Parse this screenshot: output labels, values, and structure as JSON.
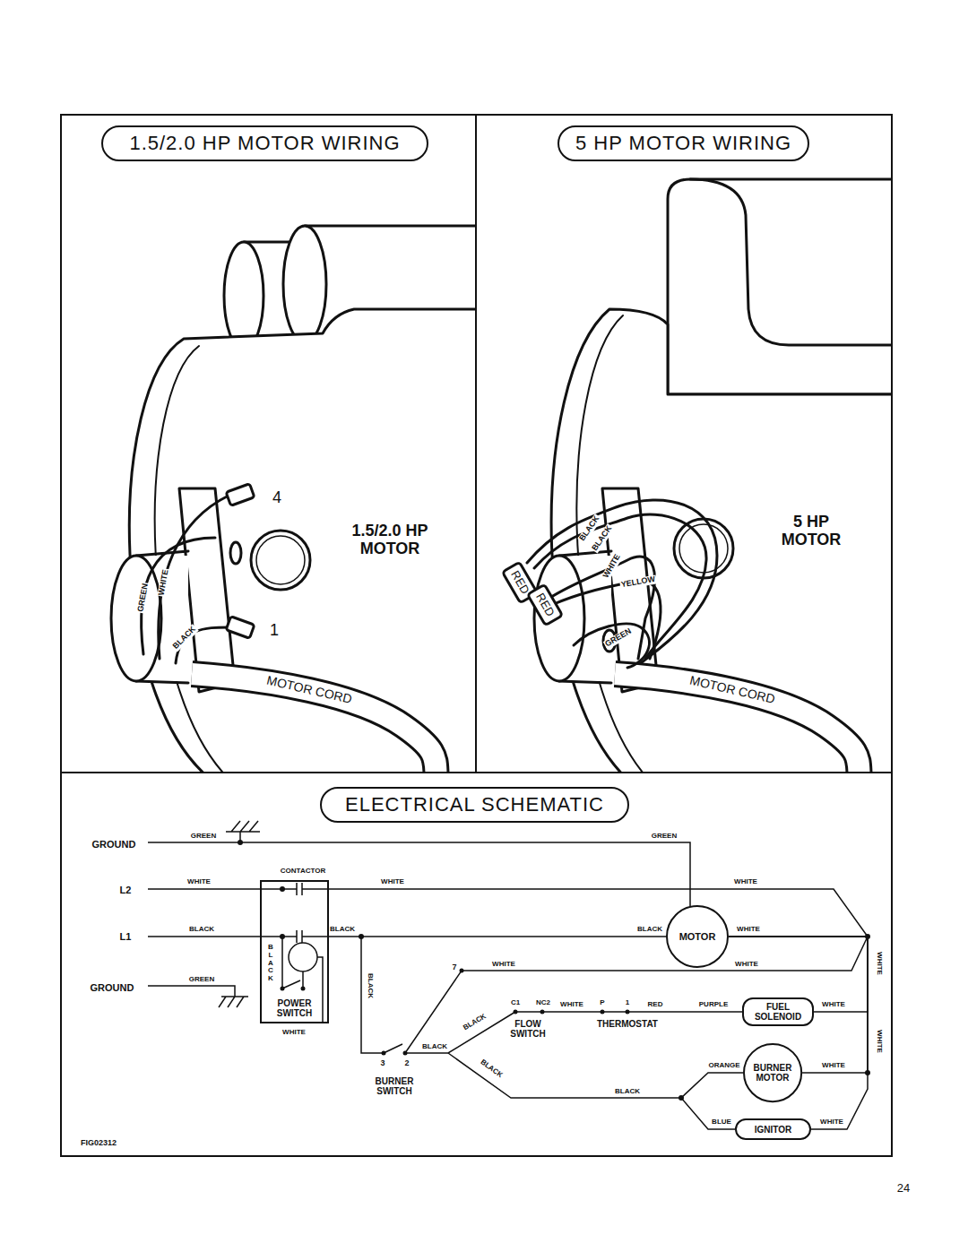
{
  "diagram": {
    "nodes": [
      {
        "text": [
          "1.5/2.0 HP MOTOR WIRING"
        ]
      },
      {
        "text": [
          "5 HP MOTOR WIRING"
        ]
      },
      {
        "text": [
          "ELECTRICAL SCHEMATIC"
        ]
      },
      {
        "text": [
          "POWER SWITCH"
        ]
      },
      {
        "text": [
          "MOTOR"
        ]
      },
      {
        "text": [
          "FUEL SOLENOID"
        ]
      },
      {
        "text": [
          "BURNER MOTOR"
        ]
      },
      {
        "text": [
          "IGNITOR"
        ]
      }
    ],
    "edges": [
      {
        "from": 3,
        "to": 4,
        "arrow": "none"
      },
      {
        "from": 4,
        "to": 5,
        "arrow": "none"
      },
      {
        "from": 4,
        "to": 6,
        "arrow": "none"
      },
      {
        "from": 4,
        "to": 7,
        "arrow": "none"
      }
    ],
    "labels": [
      "GREEN",
      "WHITE",
      "BLACK",
      "4",
      "1",
      "1.5/2.0 HP MOTOR",
      "MOTOR CORD",
      "BLACK",
      "BLACK",
      "RED",
      "RED",
      "WHITE",
      "YELLOW",
      "GREEN",
      "5 HP MOTOR",
      "MOTOR CORD",
      "GROUND",
      "GREEN",
      "GREEN",
      "L2",
      "WHITE",
      "CONTACTOR",
      "WHITE",
      "WHITE",
      "L1",
      "BLACK",
      "BLACK",
      "BLACK",
      "WHITE",
      "GROUND",
      "GREEN",
      "BLACK",
      "WHITE",
      "7",
      "WHITE",
      "WHITE",
      "BLACK",
      "C1",
      "NC2",
      "WHITE",
      "P",
      "1",
      "RED",
      "PURPLE",
      "WHITE",
      "FLOW SWITCH",
      "THERMOSTAT",
      "BLACK",
      "BLACK",
      "3",
      "2",
      "BLACK",
      "BURNER SWITCH",
      "ORANGE",
      "WHITE",
      "BLACK",
      "BLUE",
      "WHITE",
      "WHITE",
      "WHITE",
      "FIG02312",
      "24"
    ]
  }
}
